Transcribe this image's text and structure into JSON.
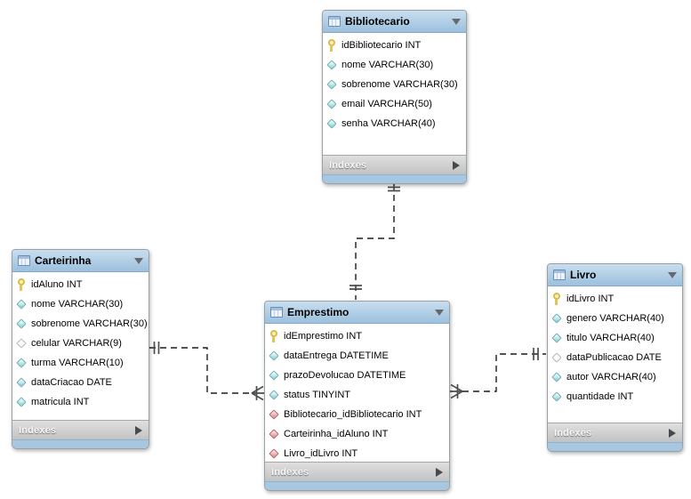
{
  "colors": {
    "table_header_top": "#c9deee",
    "table_header_bottom": "#9cc0dd",
    "table_footer_bar": "#a7c6e0",
    "indexes_bar": "#cccccc",
    "pk_icon": "#e0c455",
    "column_icon": "#8fd9dc",
    "column_nullable_icon": "#fdfdfd",
    "fk_icon": "#e39494",
    "relationship_line": "#1c1c1c"
  },
  "tables": {
    "bibliotecario": {
      "title": "Bibliotecario",
      "footer_label": "Indexes",
      "fields": [
        {
          "icon": "key",
          "text": "idBibliotecario INT"
        },
        {
          "icon": "column",
          "text": "nome VARCHAR(30)"
        },
        {
          "icon": "column",
          "text": "sobrenome VARCHAR(30)"
        },
        {
          "icon": "column",
          "text": "email VARCHAR(50)"
        },
        {
          "icon": "column",
          "text": "senha VARCHAR(40)"
        }
      ]
    },
    "carteirinha": {
      "title": "Carteirinha",
      "footer_label": "Indexes",
      "fields": [
        {
          "icon": "key",
          "text": "idAluno INT"
        },
        {
          "icon": "column",
          "text": "nome VARCHAR(30)"
        },
        {
          "icon": "column",
          "text": "sobrenome VARCHAR(30)"
        },
        {
          "icon": "column-nullable",
          "text": "celular VARCHAR(9)"
        },
        {
          "icon": "column",
          "text": "turma VARCHAR(10)"
        },
        {
          "icon": "column",
          "text": "dataCriacao DATE"
        },
        {
          "icon": "column",
          "text": "matricula INT"
        }
      ]
    },
    "emprestimo": {
      "title": "Emprestimo",
      "footer_label": "Indexes",
      "fields": [
        {
          "icon": "key",
          "text": "idEmprestimo INT"
        },
        {
          "icon": "column",
          "text": "dataEntrega DATETIME"
        },
        {
          "icon": "column",
          "text": "prazoDevolucao DATETIME"
        },
        {
          "icon": "column",
          "text": "status TINYINT"
        },
        {
          "icon": "fk",
          "text": "Bibliotecario_idBibliotecario INT"
        },
        {
          "icon": "fk",
          "text": "Carteirinha_idAluno INT"
        },
        {
          "icon": "fk",
          "text": "Livro_idLivro INT"
        }
      ]
    },
    "livro": {
      "title": "Livro",
      "footer_label": "Indexes",
      "fields": [
        {
          "icon": "key",
          "text": "idLivro INT"
        },
        {
          "icon": "column",
          "text": "genero VARCHAR(40)"
        },
        {
          "icon": "column",
          "text": "titulo VARCHAR(40)"
        },
        {
          "icon": "column-nullable",
          "text": "dataPublicacao DATE"
        },
        {
          "icon": "column",
          "text": "autor VARCHAR(40)"
        },
        {
          "icon": "column",
          "text": "quantidade INT"
        }
      ]
    }
  },
  "relationships": [
    {
      "from": "Bibliotecario",
      "to": "Emprestimo",
      "from_end": "exactly-one (double bar)",
      "to_end": "exactly-one (double bar)",
      "line": "dashed non-identifying"
    },
    {
      "from": "Carteirinha",
      "to": "Emprestimo",
      "from_end": "exactly-one (double bar)",
      "to_end": "many (crow's foot + bar)",
      "line": "dashed non-identifying"
    },
    {
      "from": "Livro",
      "to": "Emprestimo",
      "from_end": "exactly-one (double bar)",
      "to_end": "many (crow's foot + bar)",
      "line": "dashed non-identifying"
    }
  ]
}
